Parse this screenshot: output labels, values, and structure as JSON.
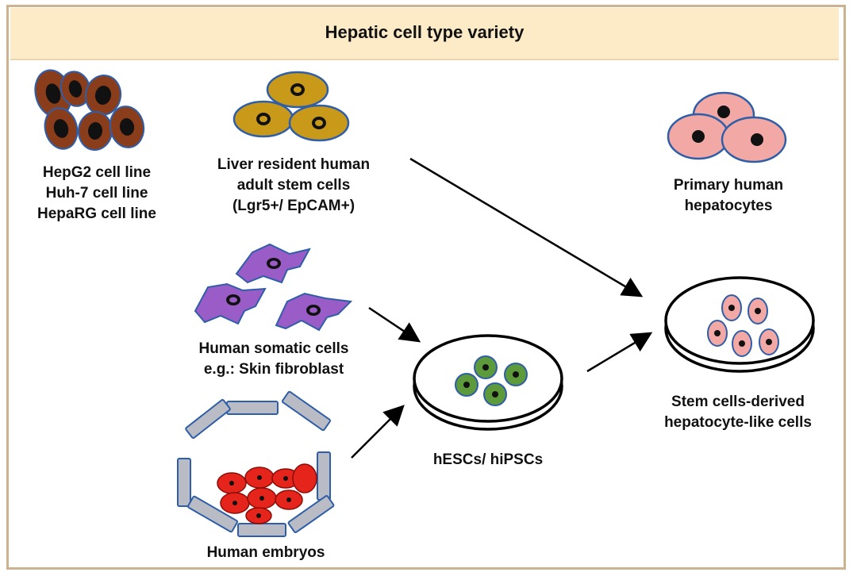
{
  "title": "Hepatic cell type variety",
  "labels": {
    "cell_lines": [
      "HepG2 cell line",
      "Huh-7 cell line",
      "HepaRG cell line"
    ],
    "liver_stem": [
      "Liver resident human",
      "adult stem cells",
      "(Lgr5+/ EpCAM+)"
    ],
    "primary": [
      "Primary human",
      "hepatocytes"
    ],
    "somatic": [
      "Human somatic cells",
      "e.g.: Skin fibroblast"
    ],
    "embryos": "Human embryos",
    "hescs": "hESCs/ hiPSCs",
    "derived": [
      "Stem cells-derived",
      "hepatocyte-like cells"
    ]
  },
  "colors": {
    "header_bg": "#fcebc6",
    "frame": "#cdb28f",
    "cell_line_fill": "#8a3d1a",
    "stem_fill": "#c99a1a",
    "hepatocyte_fill": "#f2a8a4",
    "fibroblast_fill": "#9a5cc6",
    "embryo_wall": "#b9bcc4",
    "embryo_inner": "#e5241b",
    "esc_fill": "#5d9a3c",
    "outline": "#2f5ea8"
  }
}
